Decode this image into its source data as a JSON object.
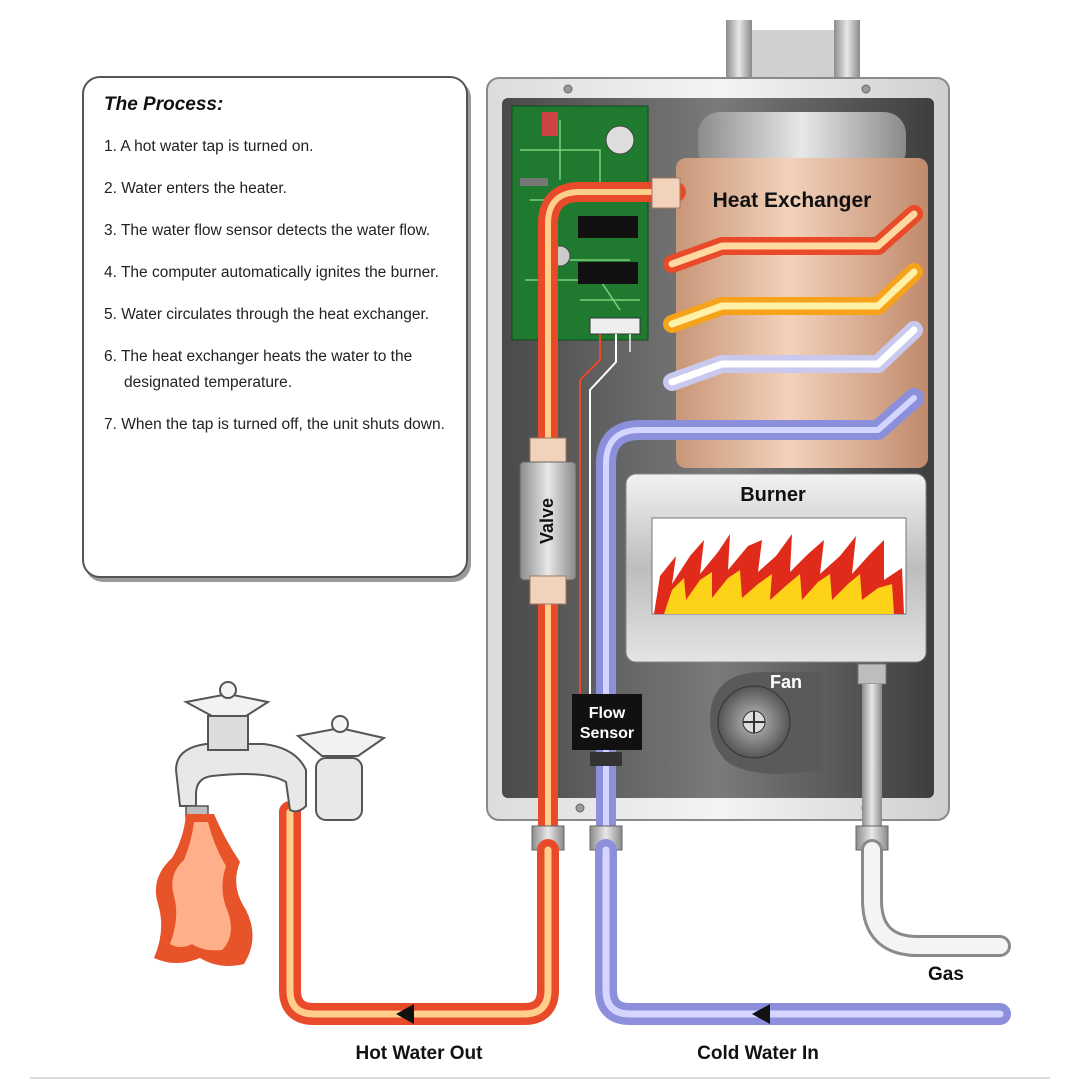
{
  "process": {
    "title": "The Process:",
    "steps": [
      "1. A hot water tap is turned on.",
      "2. Water enters the heater.",
      "3. The water flow sensor detects the water flow.",
      "4. The computer automatically ignites the burner.",
      "5. Water circulates through the heat exchanger.",
      "6. The heat exchanger heats the water to the designated temperature.",
      "7. When the tap is turned off, the unit shuts down."
    ]
  },
  "labels": {
    "heat_exchanger": "Heat Exchanger",
    "burner": "Burner",
    "fan": "Fan",
    "valve": "Valve",
    "flow_sensor_line1": "Flow",
    "flow_sensor_line2": "Sensor",
    "gas": "Gas",
    "hot_water_out": "Hot Water Out",
    "cold_water_in": "Cold Water In"
  },
  "colors": {
    "hot_pipe": "#e8452a",
    "cold_pipe": "#8c8fdc",
    "gas_pipe": "#d8d8d8",
    "flame_red": "#e02a1a",
    "flame_yellow": "#ffd21a",
    "circuit_board": "#1f7a2f"
  }
}
